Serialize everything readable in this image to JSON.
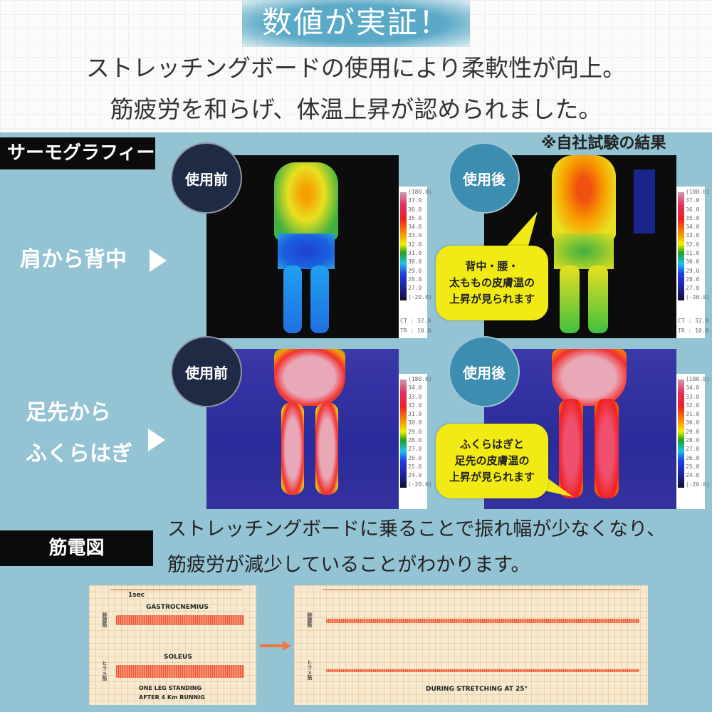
{
  "header": {
    "title": "数値が実証！",
    "lead_line1": "ストレッチングボードの使用により柔軟性が向上。",
    "lead_line2": "筋疲労を和らげ、体温上昇が認められました。"
  },
  "thermography": {
    "section_label": "サーモグラフィー",
    "note": "※自社試験の結果",
    "rows": [
      {
        "label": "肩から背中",
        "before_badge": "使用前",
        "after_badge": "使用後",
        "scale": [
          "(180.0)",
          "37.0",
          "36.0",
          "35.0",
          "34.0",
          "33.0",
          "32.0",
          "31.0",
          "30.0",
          "29.0",
          "28.0",
          "27.0",
          "(-20.0)"
        ],
        "scale_footer": [
          "CT : 32.0",
          "TR : 10.0"
        ],
        "callout": [
          "背中・腰・",
          "太ももの皮膚温の",
          "上昇が見られます"
        ]
      },
      {
        "label_line1": "足先から",
        "label_line2": "ふくらはぎ",
        "before_badge": "使用前",
        "after_badge": "使用後",
        "scale": [
          "(180.0)",
          "34.0",
          "33.0",
          "32.0",
          "31.0",
          "30.0",
          "29.0",
          "28.0",
          "27.0",
          "26.0",
          "25.0",
          "24.0",
          "(-20.0)"
        ],
        "callout": [
          "ふくらはぎと",
          "足先の皮膚温の",
          "上昇が見られます"
        ]
      }
    ],
    "colors": {
      "before_badge": "#1f2a44",
      "after_badge": "#3c8db0",
      "callout": "#f2ea14",
      "section_bg": "#94c3d3"
    }
  },
  "emg": {
    "section_label": "筋電図",
    "desc_line1": "ストレッチングボードに乗ることで振れ幅が少なくなり、",
    "desc_line2": "筋疲労が減少していることがわかります。",
    "before": {
      "time_mark": "1sec",
      "muscle1": "GASTROCNEMIUS",
      "muscle2": "SOLEUS",
      "muscle1_jp": "腓腹筋",
      "muscle2_jp": "ヒラメ筋",
      "caption_line1": "ONE LEG STANDING",
      "caption_line2": "AFTER 4 Km RUNNIG"
    },
    "after": {
      "muscle1_jp": "腓腹筋",
      "muscle2_jp": "ヒラメ筋",
      "caption": "DURING STRETCHING AT 25°"
    },
    "arrow_icon": "arrow-right-icon"
  }
}
